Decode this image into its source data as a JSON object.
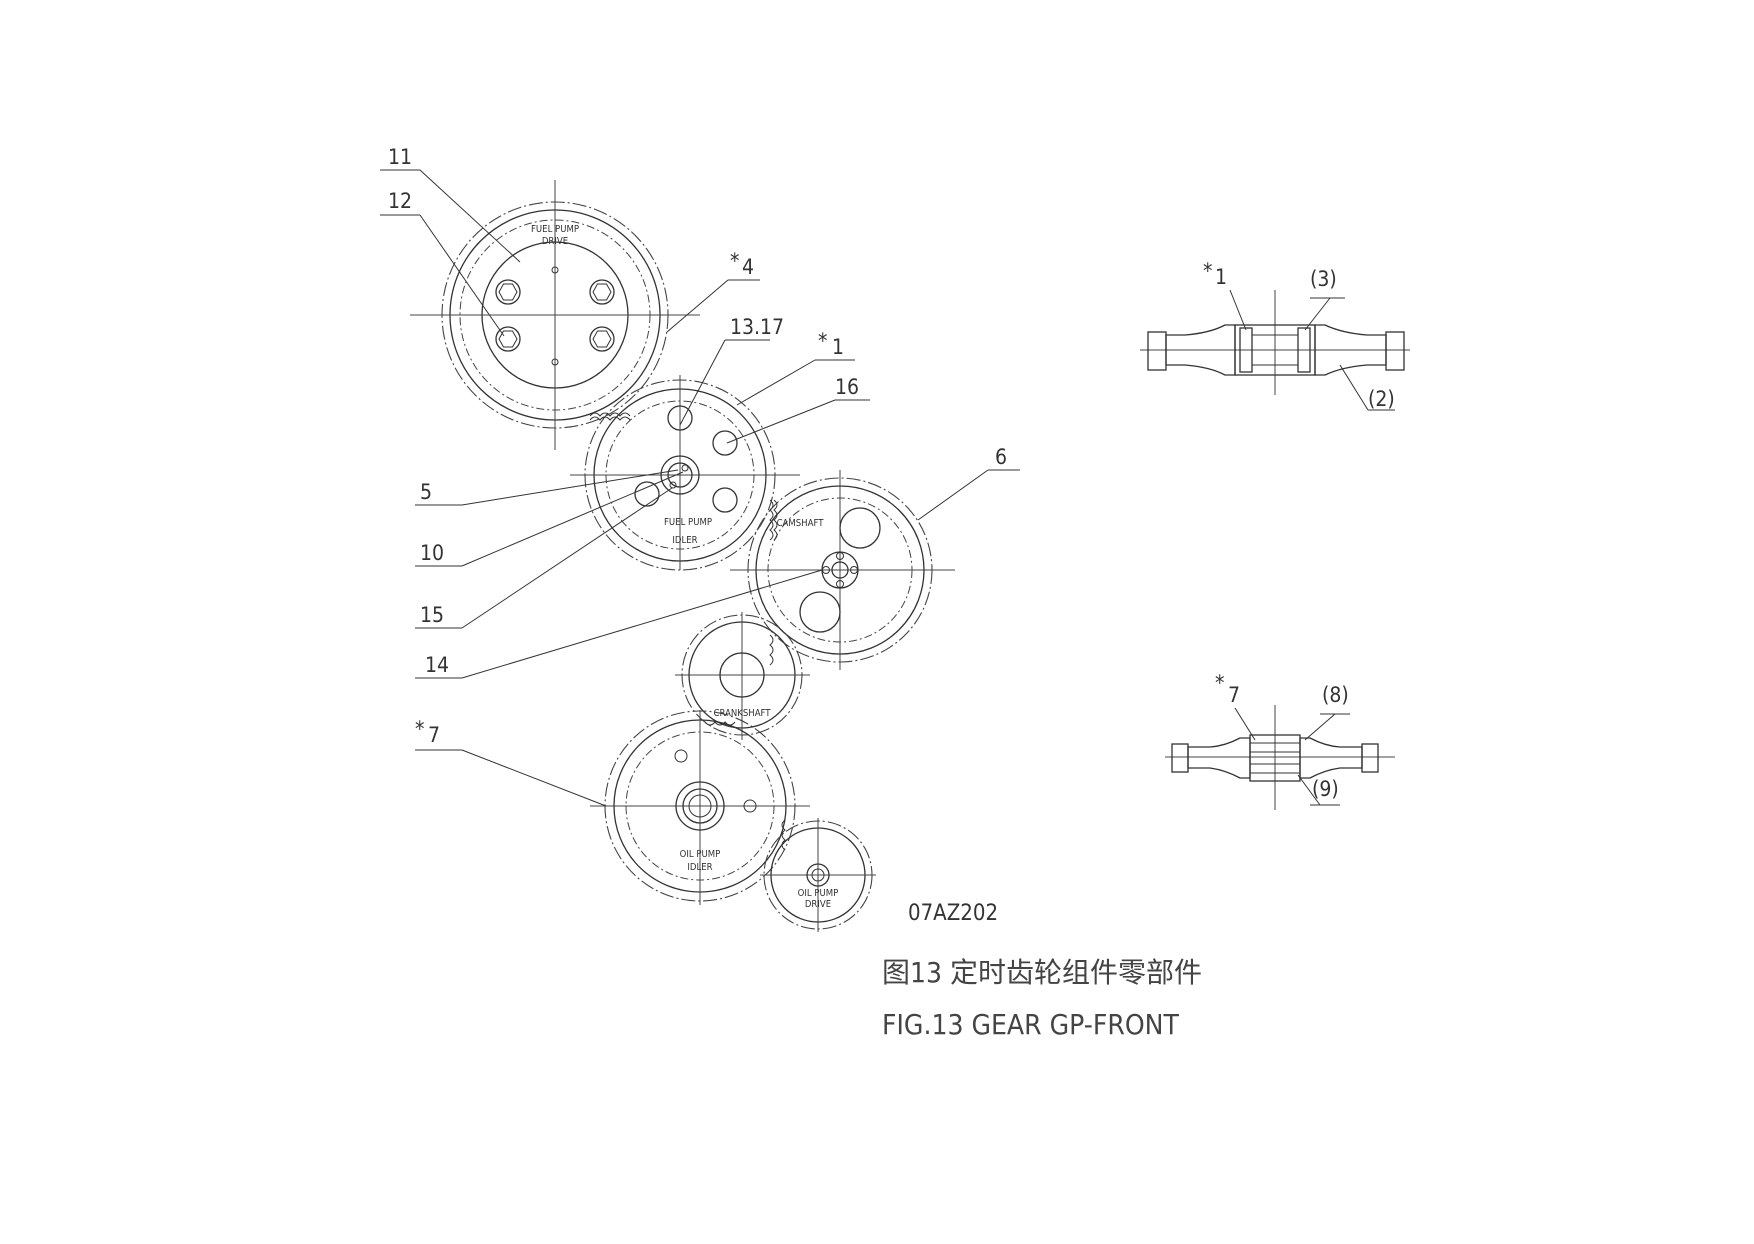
{
  "drawing": {
    "code": "07AZ202",
    "title_cn": "图13  定时齿轮组件零部件",
    "title_en": "FIG.13 GEAR GP-FRONT"
  },
  "gear_names": {
    "fuel_pump_drive": [
      "FUEL PUMP",
      "DRIVE"
    ],
    "fuel_pump_idler": [
      "FUEL PUMP",
      "IDLER"
    ],
    "camshaft": [
      "CAMSHAFT"
    ],
    "crankshaft": [
      "CRANKSHAFT"
    ],
    "oil_pump_idler": [
      "OIL PUMP",
      "IDLER"
    ],
    "oil_pump_drive": [
      "OIL PUMP",
      "DRIVE"
    ]
  },
  "callouts": {
    "c11": "11",
    "c12": "12",
    "c4": "4",
    "c13_17": "13.17",
    "c1": "1",
    "c16": "16",
    "c5": "5",
    "c10": "10",
    "c15": "15",
    "c14": "14",
    "c6": "6",
    "c7": "7",
    "s1": "1",
    "s3": "(3)",
    "s2": "(2)",
    "s7": "7",
    "s8": "(8)",
    "s9": "(9)"
  },
  "asterisk": "*"
}
